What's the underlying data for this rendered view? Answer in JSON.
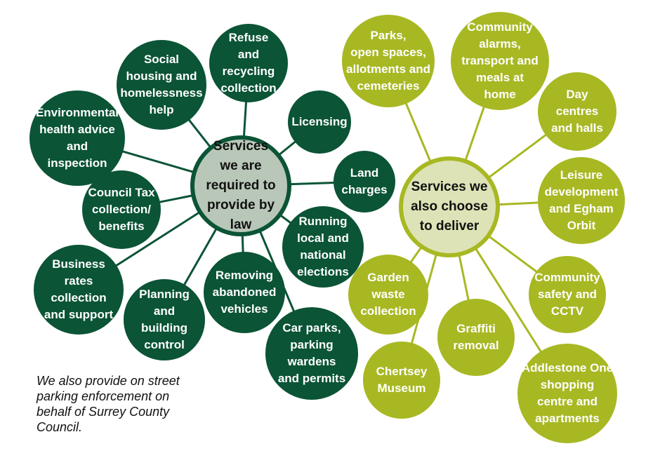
{
  "diagram": {
    "colors": {
      "dark": "#0b5436",
      "lime": "#a8b823",
      "hub_dark_fill": "#b8c7b8",
      "hub_lime_fill": "#dde3b6"
    },
    "required": {
      "hub": "Services\nwe are\nrequired to\nprovide by\nlaw",
      "items": {
        "refuse": "Refuse\nand\nrecycling\ncollection",
        "social": "Social\nhousing and\nhomelessness\nhelp",
        "environmental": "Environmental\nhealth advice\nand\ninspection",
        "licensing": "Licensing",
        "land": "Land\ncharges",
        "council_tax": "Council Tax\ncollection/\nbenefits",
        "elections": "Running\nlocal and\nnational\nelections",
        "business": "Business\nrates\ncollection\nand support",
        "planning": "Planning\nand\nbuilding\ncontrol",
        "vehicles": "Removing\nabandoned\nvehicles",
        "car_parks": "Car parks,\nparking\nwardens\nand permits"
      }
    },
    "optional": {
      "hub": "Services we\nalso choose\nto deliver",
      "items": {
        "parks": "Parks,\nopen spaces,\nallotments and\ncemeteries",
        "alarms": "Community\nalarms,\ntransport and\nmeals at\nhome",
        "day": "Day\ncentres\nand halls",
        "leisure": "Leisure\ndevelopment\nand Egham\nOrbit",
        "safety": "Community\nsafety and\nCCTV",
        "garden": "Garden\nwaste\ncollection",
        "graffiti": "Graffiti\nremoval",
        "museum": "Chertsey\nMuseum",
        "addlestone": "Addlestone One\nshopping\ncentre and\napartments"
      }
    },
    "note": "We also provide on street\nparking enforcement on\nbehalf of Surrey County\nCouncil."
  }
}
